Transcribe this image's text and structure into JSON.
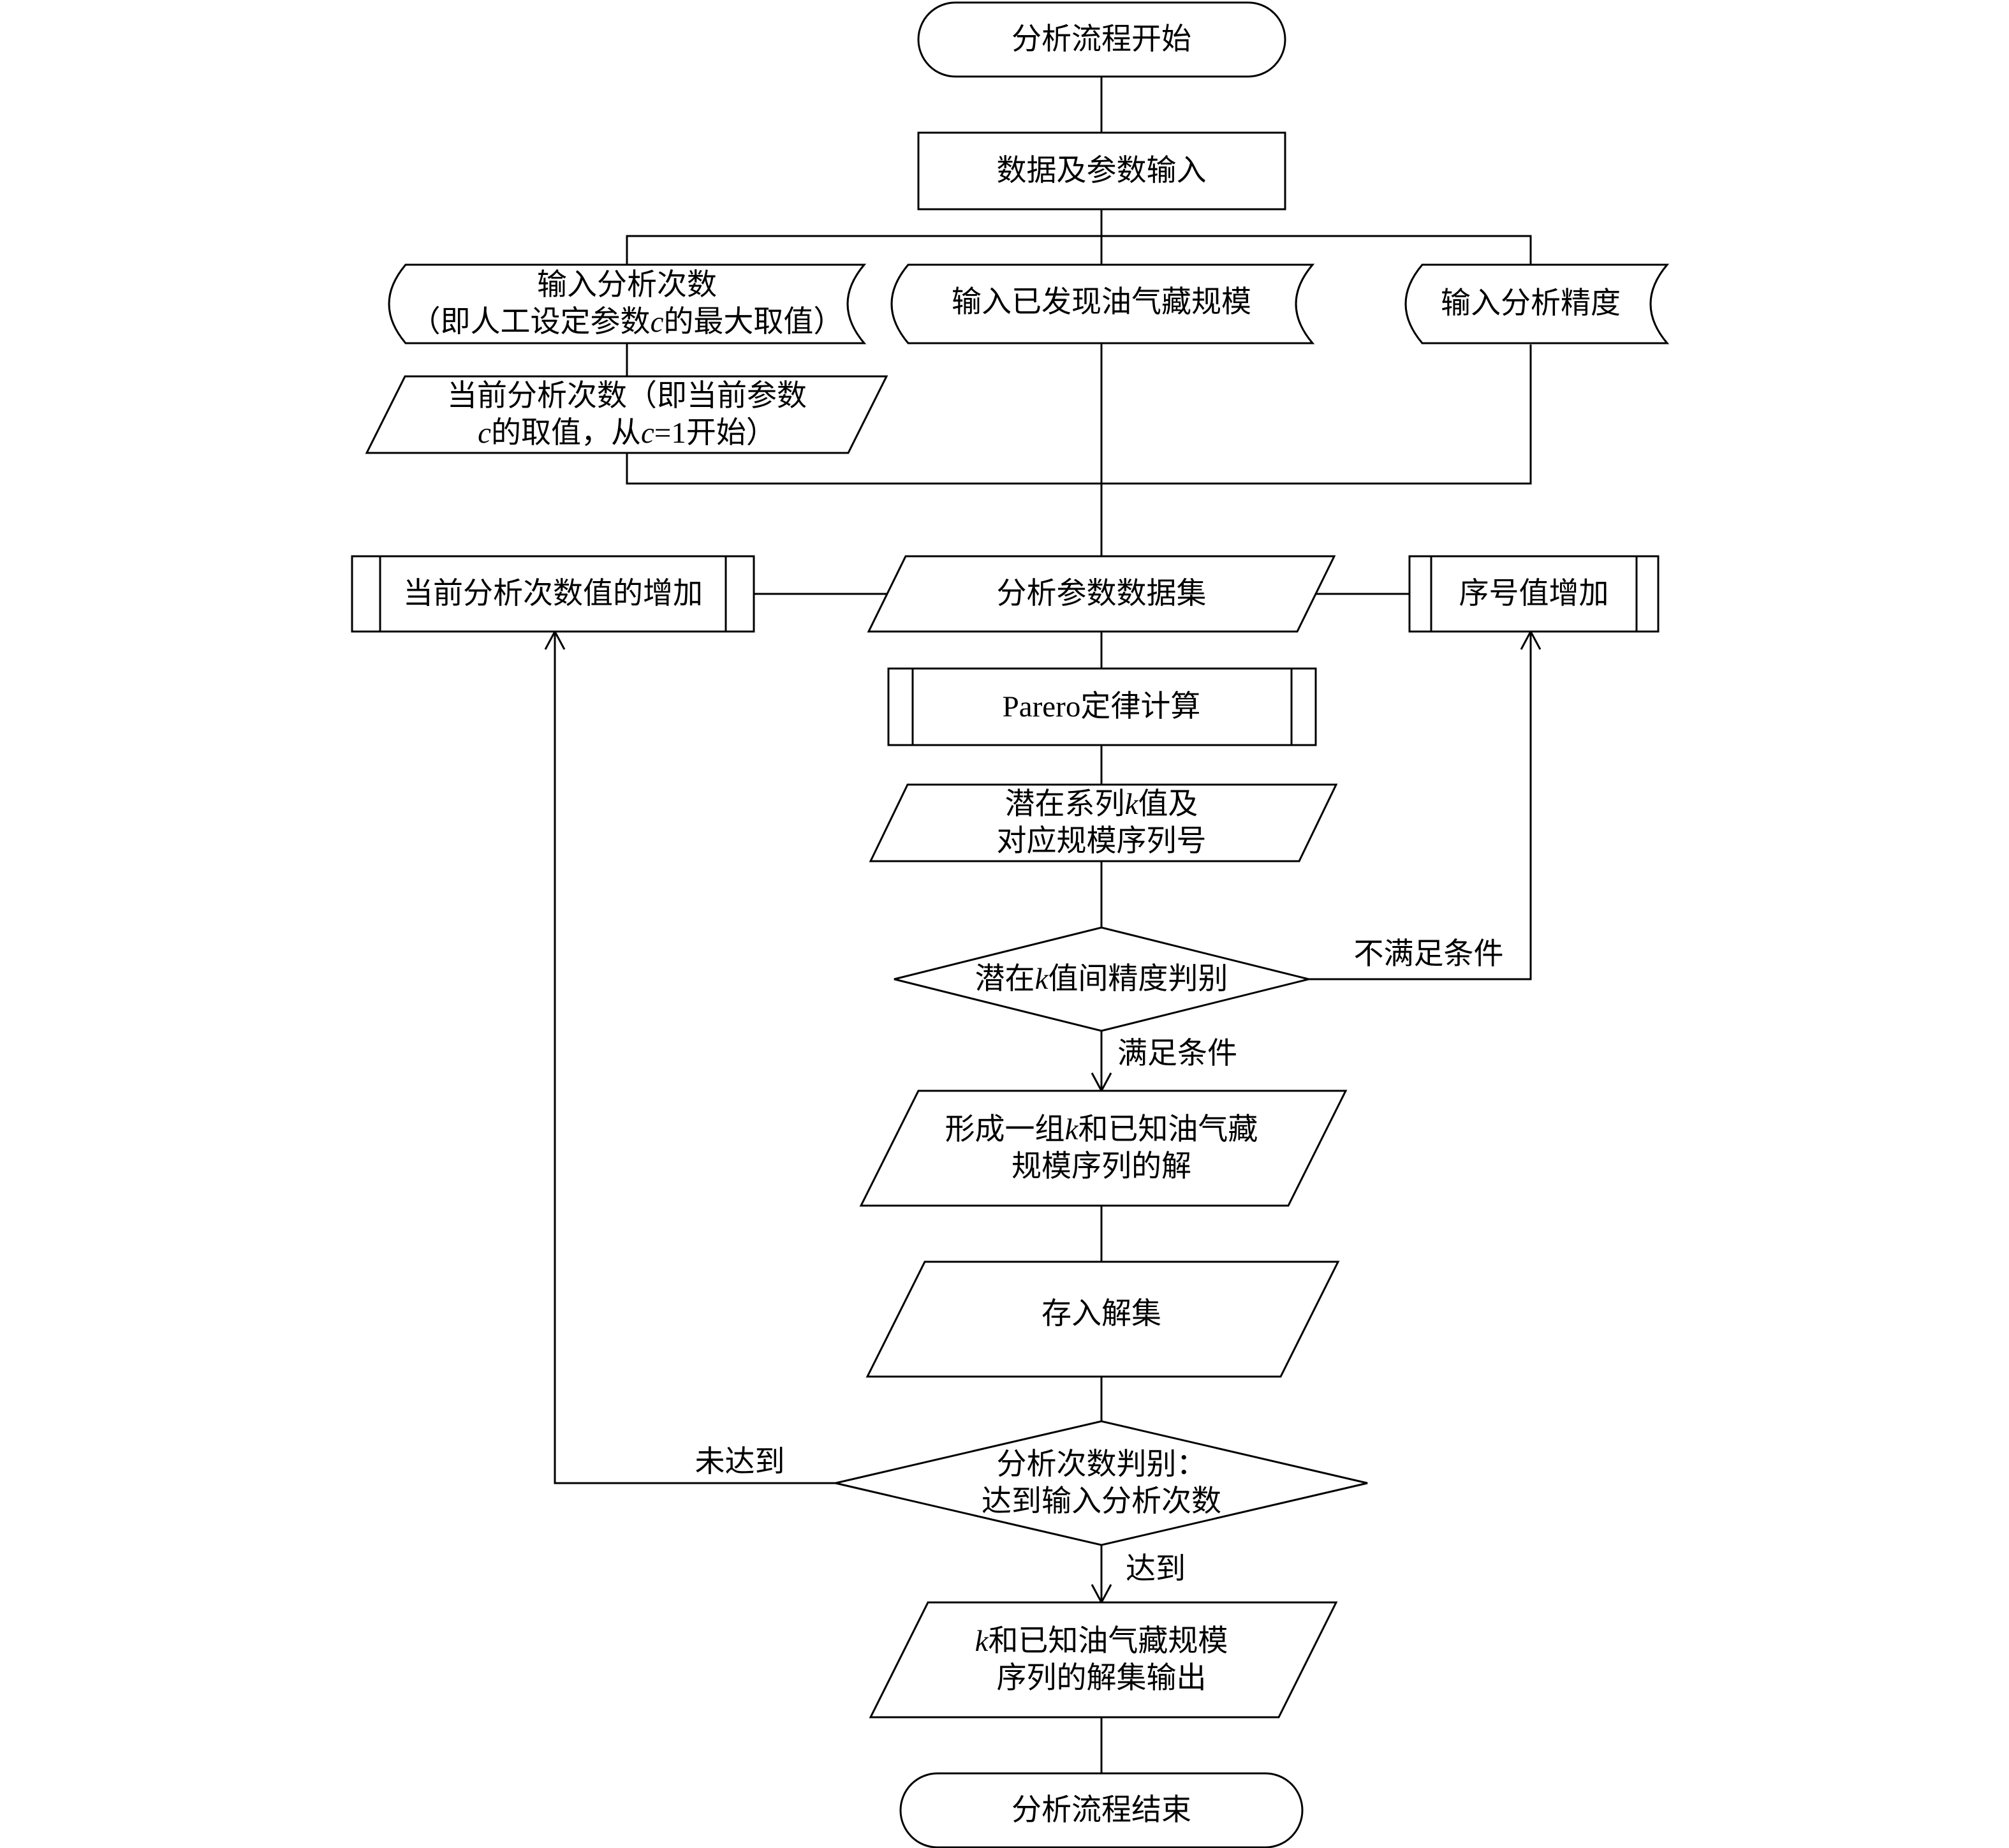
{
  "nodes": {
    "start": "分析流程开始",
    "data_input": "数据及参数输入",
    "input_count": [
      "输入分析次数",
      "（即人工设定参数|c|的最大取值）"
    ],
    "input_reservoirs": "输入已发现油气藏规模",
    "input_precision": "输入分析精度",
    "current_count": [
      "当前分析次数（即当前参数",
      "|c|的取值，从|c|=1开始）"
    ],
    "param_dataset": "分析参数数据集",
    "increase_count": "当前分析次数值的增加",
    "increase_serial": "序号值增加",
    "pareto_calc": "Parero定律计算",
    "potential_k": [
      "潜在系列|k|值及",
      "对应规模序列号"
    ],
    "k_precision_check": "潜在|k|值间精度判别",
    "form_solution": [
      "形成一组|k|和已知油气藏",
      "规模序列的解"
    ],
    "store_solution": "存入解集",
    "count_check": [
      "分析次数判别：",
      "达到输入分析次数"
    ],
    "output_solutions": [
      "|k|和已知油气藏规模",
      "序列的解集输出"
    ],
    "end": "分析流程结束"
  },
  "edge_labels": {
    "not_satisfied": "不满足条件",
    "satisfied": "满足条件",
    "not_reached": "未达到",
    "reached": "达到"
  }
}
